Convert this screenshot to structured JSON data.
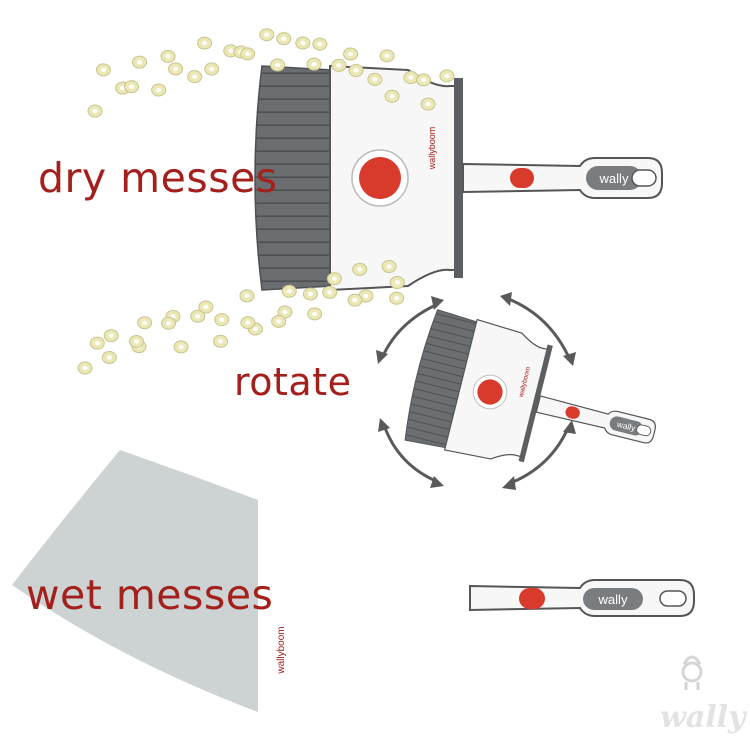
{
  "captions": {
    "dry": "dry messes",
    "rotate": "rotate",
    "wet": "wet messes"
  },
  "brand": {
    "head_label": "wallyboom",
    "handle_label": "wally",
    "watermark": "wally",
    "mascot_icon": "mascot-icon"
  },
  "colors": {
    "caption": "#a3201c",
    "bristles": "#6b6e70",
    "bristle_edge": "#4d5052",
    "blade": "#5c5f61",
    "body": "#f7f7f7",
    "outline": "#555555",
    "button_red": "#d83a2c",
    "cereal": "#ece8b6",
    "spill": "#cdd2d2",
    "arrow": "#5a5a5a",
    "watermark": "#e3e3e3"
  }
}
